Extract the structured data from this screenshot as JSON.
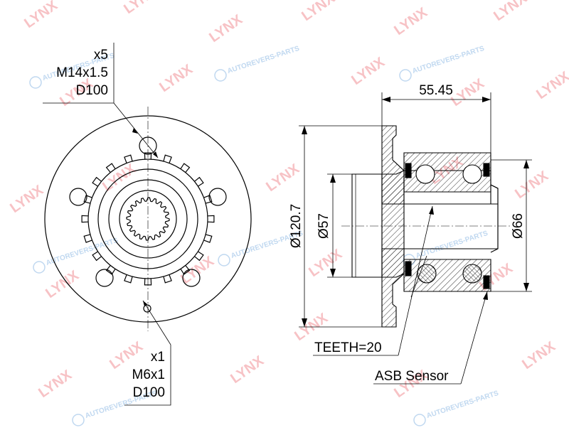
{
  "watermarks": {
    "brand": "LYNX",
    "site": "AUTOREVERS-PARTS",
    "brand_color": "#e8505b",
    "site_color": "#4a8fd4"
  },
  "front_view": {
    "bolt_callout": {
      "count": "x5",
      "thread": "M14x1.5",
      "circle": "D100"
    },
    "screw_callout": {
      "count": "x1",
      "thread": "M6x1",
      "circle": "D100"
    }
  },
  "side_view": {
    "width_dim": "55.45",
    "flange_dia": "Ø120.7",
    "pilot_dia": "Ø57",
    "bearing_dia": "Ø66",
    "teeth_label": "TEETH=20",
    "sensor_label": "ASB Sensor"
  },
  "colors": {
    "line": "#000000",
    "hatch": "#000000"
  }
}
